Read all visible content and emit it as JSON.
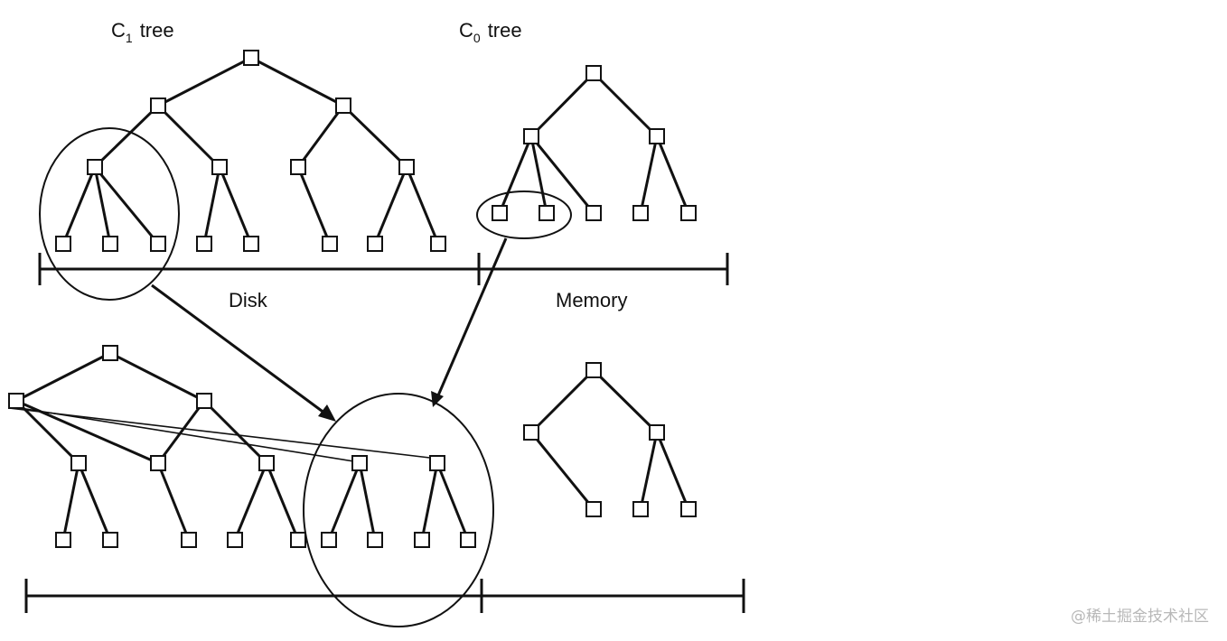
{
  "labels": {
    "c1_tree_prefix": "C",
    "c1_tree_sub": "1",
    "c1_tree_suffix": "tree",
    "c0_tree_prefix": "C",
    "c0_tree_sub": "0",
    "c0_tree_suffix": "tree",
    "disk": "Disk",
    "memory": "Memory"
  },
  "watermark": "@稀土掘金技术社区",
  "colors": {
    "ink": "#111111",
    "background": "#ffffff",
    "watermark": "#b8b8b8"
  }
}
